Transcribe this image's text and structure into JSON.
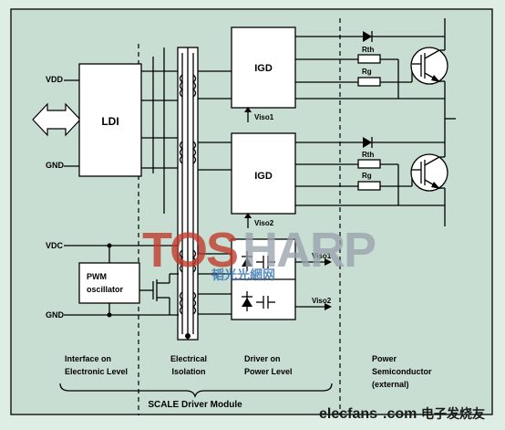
{
  "colors": {
    "panel": "#c9ded3",
    "page_background": "#dfeee5",
    "box_fill": "#ffffff",
    "line": "#000000",
    "watermark_red": "#c0392b",
    "watermark_gray": "#9aa3ad"
  },
  "ports": {
    "vdd": "VDD",
    "gnd_top": "GND",
    "vdc": "VDC",
    "gnd_bottom": "GND"
  },
  "blocks": {
    "ldi": "LDI",
    "igd_1": "IGD",
    "igd_2": "IGD",
    "pwm_line1": "PWM",
    "pwm_line2": "oscillator"
  },
  "signals": {
    "viso1_top": "Viso1",
    "viso2_top": "Viso2",
    "viso1_out": "Viso1",
    "viso2_out": "Viso2"
  },
  "components": {
    "rth_1": "Rth",
    "rg_1": "Rg",
    "rth_2": "Rth",
    "rg_2": "Rg"
  },
  "sections": {
    "interface_line1": "Interface on",
    "interface_line2": "Electronic Level",
    "isolation_line1": "Electrical",
    "isolation_line2": "Isolation",
    "driver_line1": "Driver on",
    "driver_line2": "Power Level",
    "power_line1": "Power",
    "power_line2": "Semiconductor",
    "power_line3": "(external)"
  },
  "module_label": "SCALE Driver Module",
  "watermarks": {
    "brand_a": "TOS",
    "brand_b": "HARP",
    "cn_sub": "韬光光網网",
    "site": "elecfans",
    "site_dot": ".com",
    "site_cn": "电子发烧友"
  }
}
